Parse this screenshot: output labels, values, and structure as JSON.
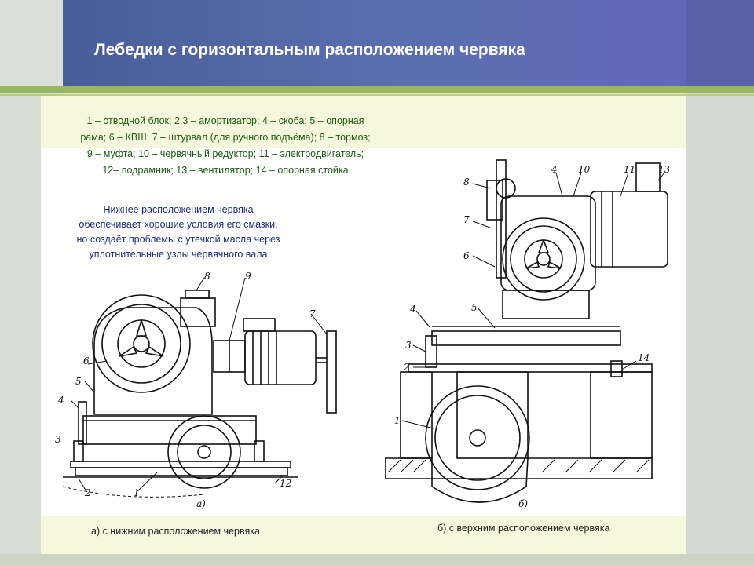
{
  "slide": {
    "title": "Лебедки с горизонтальным расположением червяка",
    "legend_lines": [
      "1 – отводной блок; 2,3 – амортизатор; 4 – скоба; 5 – опорная",
      "рама; 6 – КВШ; 7 – штурвал (для ручного подъёма); 8 – тормоз;",
      "9 – муфта; 10 – червячный редуктор; 11 – электродвигатель;",
      "12– подрамник; 13 – вентилятор; 14 – опорная стойка"
    ],
    "note_lines": [
      "Нижнее расположением червяка",
      "обеспечивает хорошие условия его смазки,",
      "но создаёт проблемы с утечкой масла через",
      "уплотнительные узлы червячного вала"
    ],
    "caption_a": "а) с нижним расположением червяка",
    "caption_b": "б) с верхним расположением червяка"
  },
  "drawing_a": {
    "labels": {
      "l1": "1",
      "l2": "2",
      "l3": "3",
      "l4": "4",
      "l5": "5",
      "l6": "6",
      "l7": "7",
      "l8": "8",
      "l9": "9",
      "l12": "12",
      "sub": "а)"
    }
  },
  "drawing_b": {
    "labels": {
      "l1": "1",
      "l2": "2",
      "l3": "3",
      "l4": "4",
      "l5": "5",
      "l6": "6",
      "l7": "7",
      "l8": "8",
      "l10": "10",
      "l11": "11",
      "l13": "13",
      "l14": "14",
      "sub": "б)"
    }
  },
  "colors": {
    "header": "#5b6fb0",
    "accent": "#9bb75d",
    "legend_text": "#1d5b14",
    "note_text": "#1c2d7a"
  }
}
